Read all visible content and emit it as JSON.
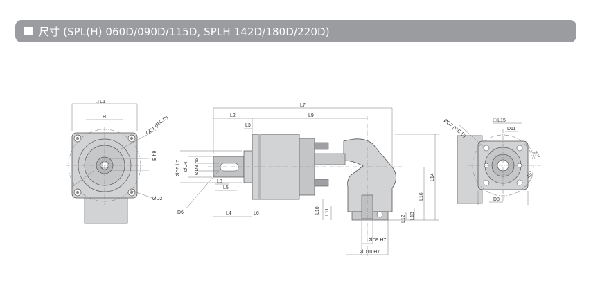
{
  "header": {
    "title": "尺寸 (SPL(H) 060D/090D/115D, SPLH 142D/180D/220D)"
  },
  "drawing": {
    "front_view": {
      "labels": {
        "l1": "□ L1",
        "h": "H",
        "d1": "ØD1 (P.C.D)",
        "b": "B h9",
        "d2": "ØD2"
      }
    },
    "side_view": {
      "labels": {
        "l7": "L7",
        "l2": "L2",
        "l9": "L9",
        "l3": "L3",
        "d5": "ØD5 h7",
        "d4": "ØD4",
        "d3": "ØD3 h6",
        "l8": "L8",
        "l5": "L5",
        "d6": "D6",
        "l4": "L4",
        "l6": "L6",
        "l10": "L10",
        "l11": "L11",
        "l12": "L12",
        "l13": "L13",
        "l16": "L16",
        "l14": "L14",
        "d9": "ØD9 H7",
        "d10": "ØD10 H7"
      }
    },
    "end_view": {
      "labels": {
        "d7": "ØD7 (P.C.D)",
        "l15": "□ L15",
        "d11": "D11",
        "a30": "30°",
        "a45": "45°",
        "d8": "D8"
      }
    }
  },
  "colors": {
    "header_bg": "#9a9ca0",
    "body_fill": "#d2d3d5",
    "body_dark": "#a9aaad",
    "line": "#555555"
  }
}
